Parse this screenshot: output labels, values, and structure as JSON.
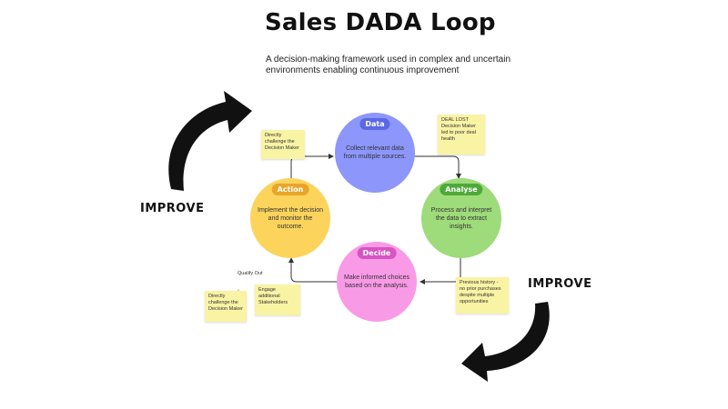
{
  "title": "Sales DADA Loop",
  "subtitle": "A decision-making framework used in complex and uncertain environments enabling continuous improvement",
  "nodes": {
    "data": {
      "tag": "Data",
      "text": "Collect relevant data from multiple sources.",
      "color": "#8c96fb",
      "tag_color": "#5a68e6"
    },
    "analyse": {
      "tag": "Analyse",
      "text": "Process and interpret the data to extract insights.",
      "color": "#9edb7a",
      "tag_color": "#4fa83a"
    },
    "decide": {
      "tag": "Decide",
      "text": "Make informed choices based on the analysis.",
      "color": "#f99ae7",
      "tag_color": "#d655c3"
    },
    "action": {
      "tag": "Action",
      "text": "Implement the decision and monitor the outcome.",
      "color": "#fcd45c",
      "tag_color": "#e9a52a"
    }
  },
  "notes": {
    "directly_challenge_top": "Directly challenge the Decision Maker",
    "deal_lost": "DEAL LOST Decision Maker led to poor deal health",
    "previous_history": "Previous history - no prior purchases despite multiple opportunities",
    "directly_challenge_bottom": "Directly challenge the Decision Maker",
    "engage": "Engage additional Stakeholders"
  },
  "labels": {
    "qualify_out": "Qualify Out"
  },
  "improve_left": "IMPROVE",
  "improve_right": "IMPROVE"
}
